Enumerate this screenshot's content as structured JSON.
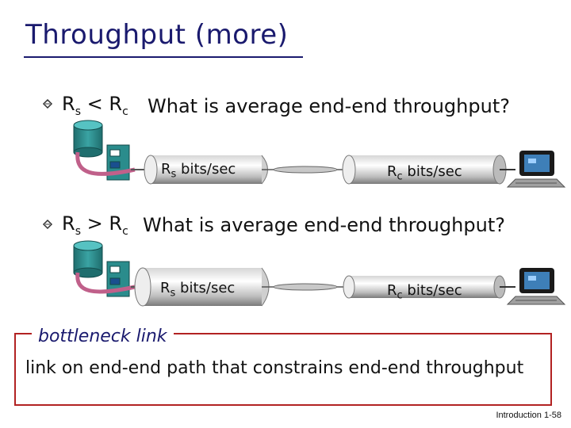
{
  "slide": {
    "title": "Throughput (more)",
    "footer": "Introduction 1-58"
  },
  "cases": [
    {
      "rs": "R",
      "rs_sub": "s",
      "relation": "<",
      "rc": "R",
      "rc_sub": "c",
      "question": "What is average end-end throughput?",
      "pipe_left_label": {
        "r": "R",
        "sub": "s",
        "unit": "bits/sec"
      },
      "pipe_right_label": {
        "r": "R",
        "sub": "c",
        "unit": "bits/sec"
      }
    },
    {
      "rs": "R",
      "rs_sub": "s",
      "relation": ">",
      "rc": "R",
      "rc_sub": "c",
      "question": "What is average end-end throughput?",
      "pipe_left_label": {
        "r": "R",
        "sub": "s",
        "unit": "bits/sec"
      },
      "pipe_right_label": {
        "r": "R",
        "sub": "c",
        "unit": "bits/sec"
      }
    }
  ],
  "bottleneck": {
    "title": "bottleneck link",
    "definition": "link on end-end path that constrains  end-end throughput"
  },
  "icons": {
    "bullet": "diamond-bullet-icon",
    "server": "server-icon",
    "client": "desktop-computer-icon"
  },
  "colors": {
    "title": "#1a1a6e",
    "box_border": "#b22222",
    "server_fill": "#2a8c8c",
    "link_arrow": "#c0608a",
    "pipe_shade": "#8a8a8a"
  }
}
